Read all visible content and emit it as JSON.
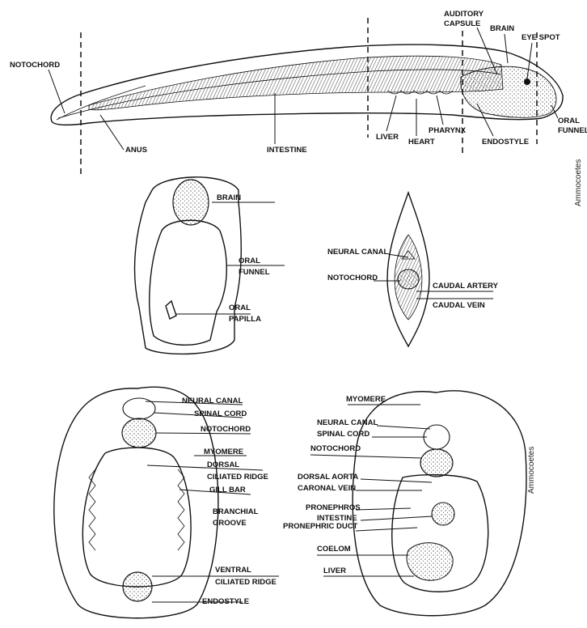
{
  "side_titles": {
    "upper": "Ammocoetes",
    "lower": "Ammocoetes"
  },
  "whole_larva": {
    "notochord": "NOTOCHORD",
    "anus": "ANUS",
    "intestine": "INTESTINE",
    "liver": "LIVER",
    "heart": "HEART",
    "pharynx": "PHARYNX",
    "auditory_capsule_1": "AUDITORY",
    "auditory_capsule_2": "CAPSULE",
    "brain": "BRAIN",
    "eye_spot": "EYE SPOT",
    "endostyle": "ENDOSTYLE",
    "oral_funnel_1": "ORAL",
    "oral_funnel_2": "FUNNEL"
  },
  "section_oral_funnel": {
    "brain": "BRAIN",
    "oral_funnel_1": "ORAL",
    "oral_funnel_2": "FUNNEL",
    "oral_papilla_1": "ORAL",
    "oral_papilla_2": "PAPILLA"
  },
  "section_tail": {
    "neural_canal": "NEURAL CANAL",
    "notochord": "NOTOCHORD",
    "caudal_artery": "CAUDAL ARTERY",
    "caudal_vein": "CAUDAL VEIN"
  },
  "section_pharynx": {
    "neural_canal": "NEURAL CANAL",
    "spinal_cord": "SPINAL CORD",
    "notochord": "NOTOCHORD",
    "myomere": "MYOMERE",
    "dorsal_ciliated_ridge_1": "DORSAL",
    "dorsal_ciliated_ridge_2": "CILIATED RIDGE",
    "gill_bar": "GILL BAR",
    "branchial_groove_1": "BRANCHIAL",
    "branchial_groove_2": "GROOVE",
    "ventral_ciliated_ridge_1": "VENTRAL",
    "ventral_ciliated_ridge_2": "CILIATED RIDGE",
    "endostyle": "ENDOSTYLE"
  },
  "section_trunk": {
    "myomere": "MYOMERE",
    "neural_canal": "NEURAL CANAL",
    "spinal_cord": "SPINAL CORD",
    "notochord": "NOTOCHORD",
    "dorsal_aorta": "DORSAL AORTA",
    "caronal_vein": "CARONAL VEIN",
    "pronephros": "PRONEPHROS",
    "intestine": "INTESTINE",
    "pronephric_duct": "PRONEPHRIC DUCT",
    "coelom": "COELOM",
    "liver": "LIVER"
  }
}
